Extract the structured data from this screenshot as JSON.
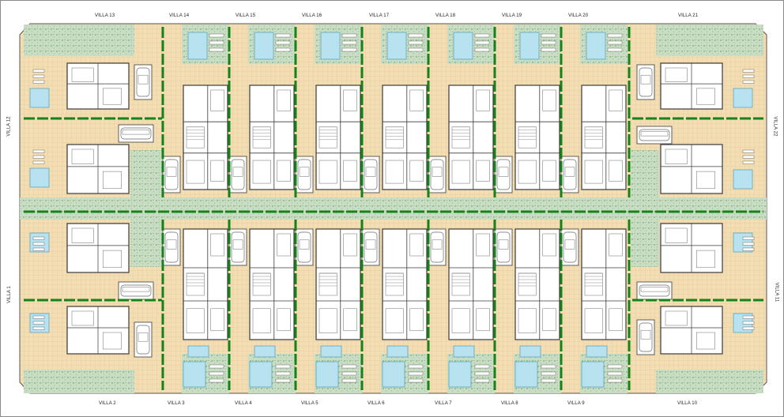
{
  "site_plan": {
    "colors": {
      "paving": "#f3deb3",
      "paving_line": "#d9b989",
      "garden": "#c9ddc4",
      "garden_dot": "#7fa877",
      "hedge": "#16821a",
      "pool": "#b8e2ef",
      "pool_edge": "#5aa7c0",
      "wall": "#3a3a3a",
      "outline": "#6a6a6a",
      "border": "#555555"
    },
    "labels_top": [
      "VILLA 13",
      "VILLA 14",
      "VILLA 15",
      "VILLA 16",
      "VILLA 17",
      "VILLA 18",
      "VILLA 19",
      "VILLA 20",
      "VILLA 21"
    ],
    "labels_bottom": [
      "VILLA 2",
      "VILLA 3",
      "VILLA 4",
      "VILLA 5",
      "VILLA 6",
      "VILLA 7",
      "VILLA 8",
      "VILLA 9",
      "VILLA 10"
    ],
    "labels_left": [
      "VILLA 12",
      "VILLA 1"
    ],
    "labels_right": [
      "VILLA 22",
      "VILLA 11"
    ]
  }
}
